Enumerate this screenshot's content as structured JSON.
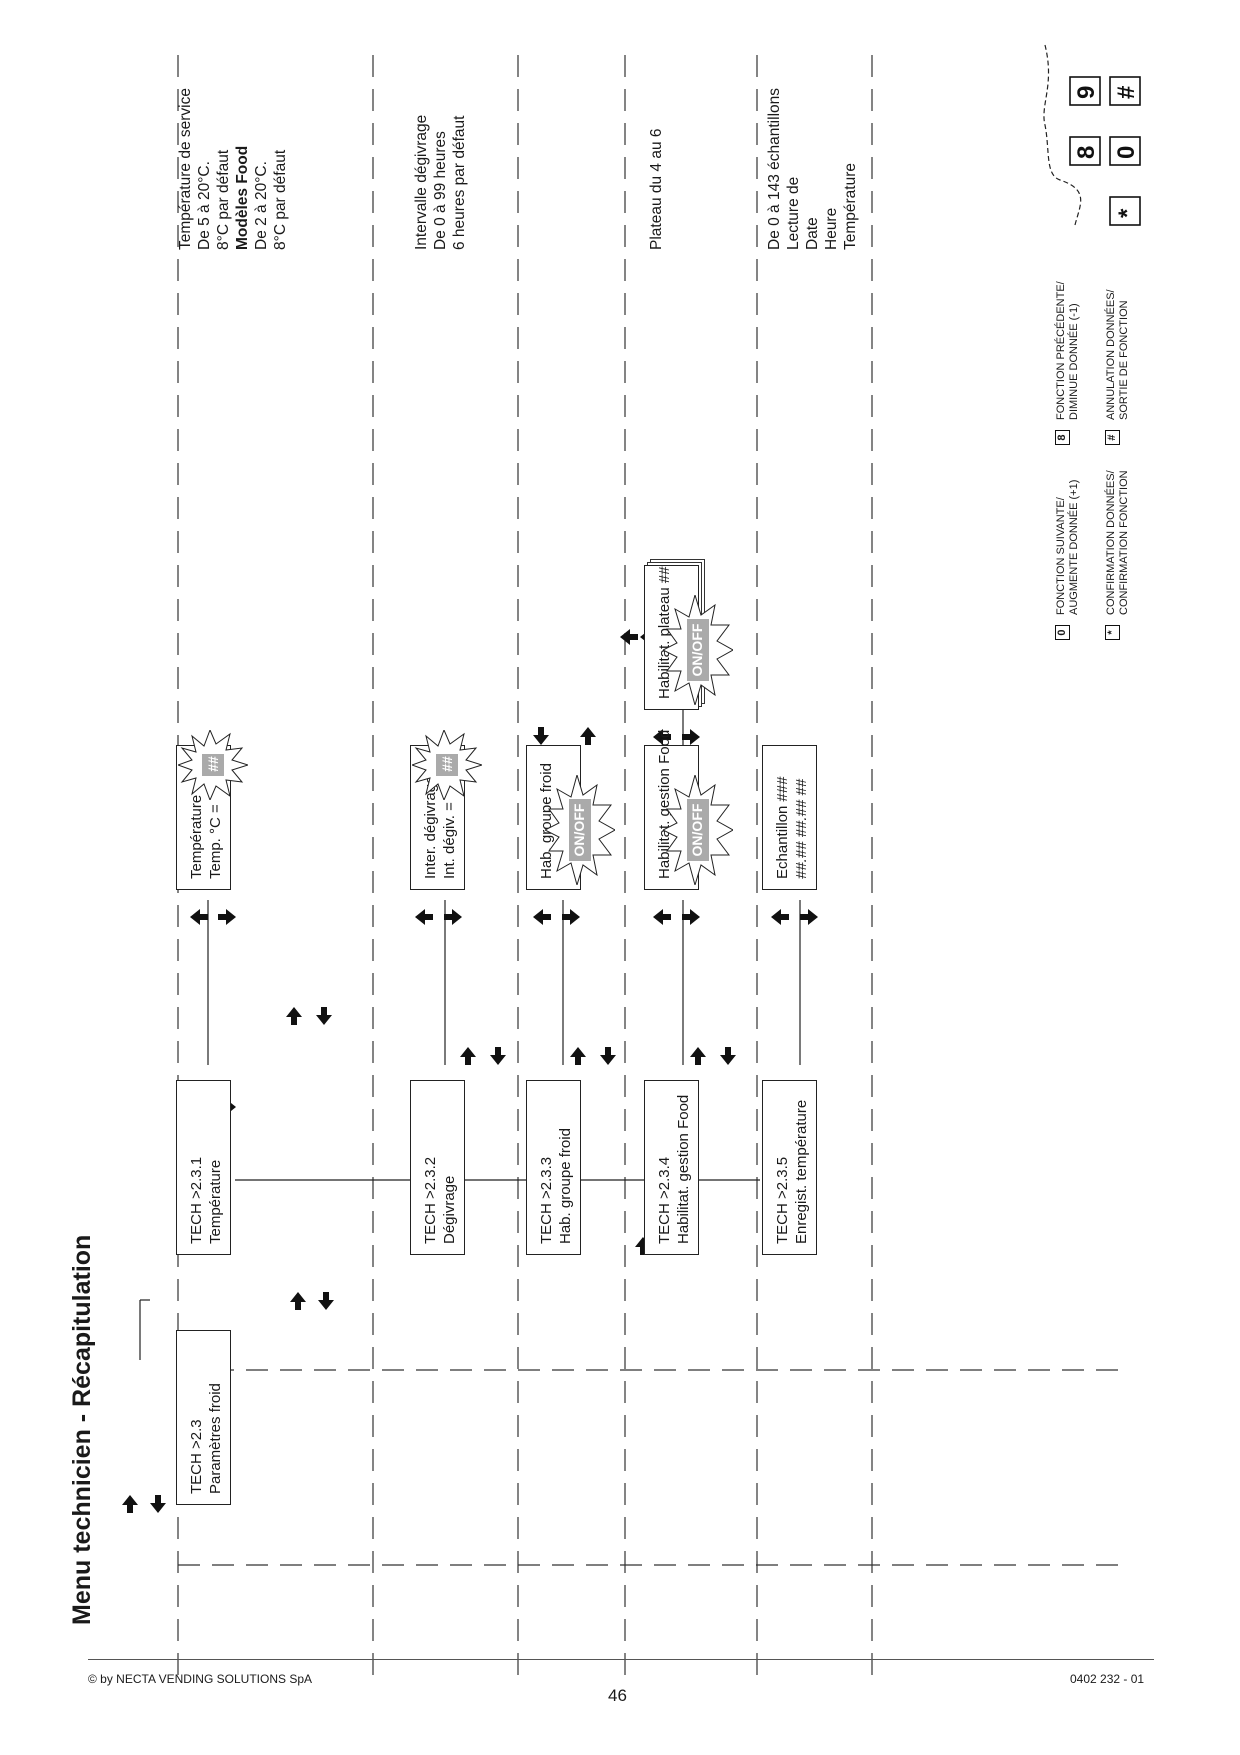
{
  "title": "Menu technicien - Récapitulation",
  "menu": {
    "root": {
      "code": "TECH >2.3",
      "label": "Paramètres froid"
    },
    "items": [
      {
        "code": "TECH >2.3.1",
        "label": "Température",
        "detail": {
          "line1": "Température",
          "line2": "Temp. °C =",
          "value": "##"
        }
      },
      {
        "code": "TECH >2.3.2",
        "label": "Dégivrage",
        "detail": {
          "line1": "Inter. dégivrage",
          "line2": "Int. dégiv. =",
          "value": "##"
        }
      },
      {
        "code": "TECH >2.3.3",
        "label": "Hab. groupe froid",
        "detail": {
          "line1": "Hab. groupe froid",
          "value": "ON/OFF"
        }
      },
      {
        "code": "TECH >2.3.4",
        "label": "Habilitat. gestion Food",
        "detail": {
          "line1": "Habilitat. gestion Food",
          "value": "ON/OFF"
        },
        "sub": {
          "line1": "Habilitat. plateau ##",
          "value": "ON/OFF"
        }
      },
      {
        "code": "TECH >2.3.5",
        "label": "Enregist. température",
        "detail": {
          "line1": "Echantillon ###",
          "line2": "##.##   ##.## ##"
        }
      }
    ]
  },
  "notes": {
    "temperature": [
      "Température de service",
      "De 5 à 20°C.",
      "8°C par défaut"
    ],
    "temperature_food_heading": "Modèles Food",
    "temperature_food": [
      "De 2 à 20°C.",
      "8°C par défaut"
    ],
    "degivrage": [
      "Intervalle dégivrage",
      "De 0 à 99 heures",
      "6 heures par défaut"
    ],
    "plateau": [
      "Plateau du 4 au 6"
    ],
    "enregistrement": [
      "De 0 à 143 échantillons",
      "Lecture de",
      "Date",
      "Heure",
      "Température"
    ]
  },
  "legend": {
    "next": {
      "key": "0",
      "lines": [
        "FONCTION SUIVANTE/",
        "AUGMENTE DONNÉE (+1)"
      ]
    },
    "previous": {
      "key": "8",
      "lines": [
        "FONCTION PRÉCÉDENTE/",
        "DIMINUE DONNÉE (-1)"
      ]
    },
    "confirm": {
      "key": "*",
      "lines": [
        "CONFIRMATION DONNÉES/",
        "CONFIRMATION FONCTION"
      ]
    },
    "cancel": {
      "key": "#",
      "lines": [
        "ANNULATION DONNÉES/",
        "SORTIE DE FONCTION"
      ]
    },
    "keypad_keys": [
      "8",
      "9",
      "*",
      "0",
      "#"
    ]
  },
  "footer": {
    "copyright": "© by NECTA VENDING SOLUTIONS SpA",
    "page_number": "46",
    "doc_code": "0402 232 - 01"
  }
}
